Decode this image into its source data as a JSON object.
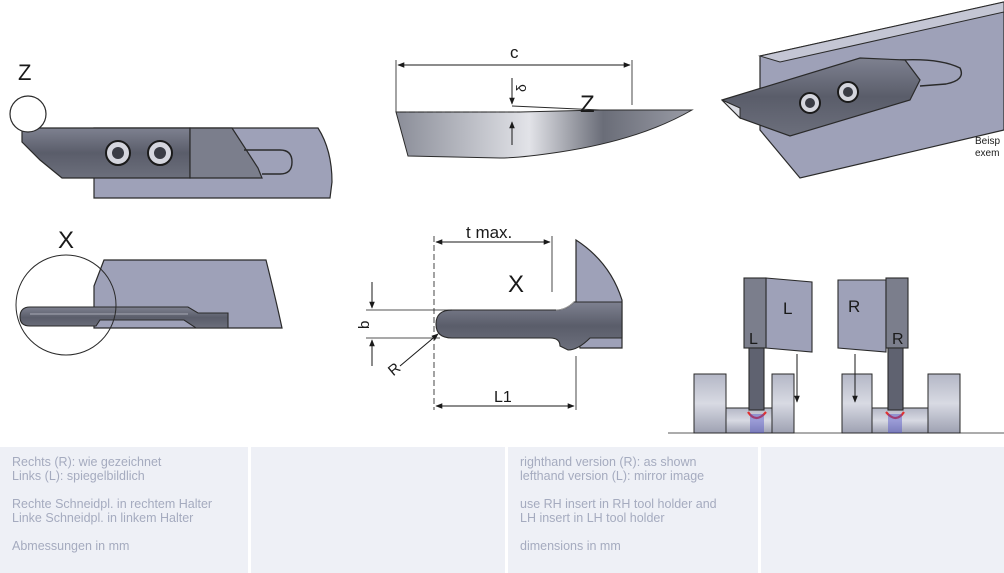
{
  "views": {
    "z_top_label": "Z",
    "z_side_label": "Z",
    "x_left_label": "X",
    "x_detail_label": "X"
  },
  "dimensions": {
    "c": "c",
    "angle": "δ",
    "t_max": "t max.",
    "b": "b",
    "r": "R",
    "l1": "L1"
  },
  "hand_labels": {
    "left_holder": "L",
    "left_insert": "L",
    "right_holder": "R",
    "right_insert": "R"
  },
  "example_note": {
    "line1": "Beisp",
    "line2": "exem"
  },
  "notes": {
    "de": {
      "version_right": "Rechts (R): wie gezeichnet",
      "version_left": "Links (L): spiegelbildlich",
      "insert_right": "Rechte Schneidpl. in rechtem Halter",
      "insert_left": "Linke Schneidpl. in linkem Halter",
      "dimensions": "Abmessungen in mm"
    },
    "en": {
      "version_right": "righthand version (R): as shown",
      "version_left": "lefthand version (L): mirror image",
      "insert_right": "use RH insert in RH tool holder and",
      "insert_left": "LH insert in LH tool holder",
      "dimensions": "dimensions in mm"
    }
  },
  "colors": {
    "holder": "#9ea1b8",
    "insert": "#5f6270",
    "insert_light": "#b8bac6",
    "outline": "#2a2a2a",
    "note_bg": "#eef0f6",
    "note_text": "#a5abbf",
    "chip_red": "#e03030",
    "chip_blue": "#5050c8"
  }
}
